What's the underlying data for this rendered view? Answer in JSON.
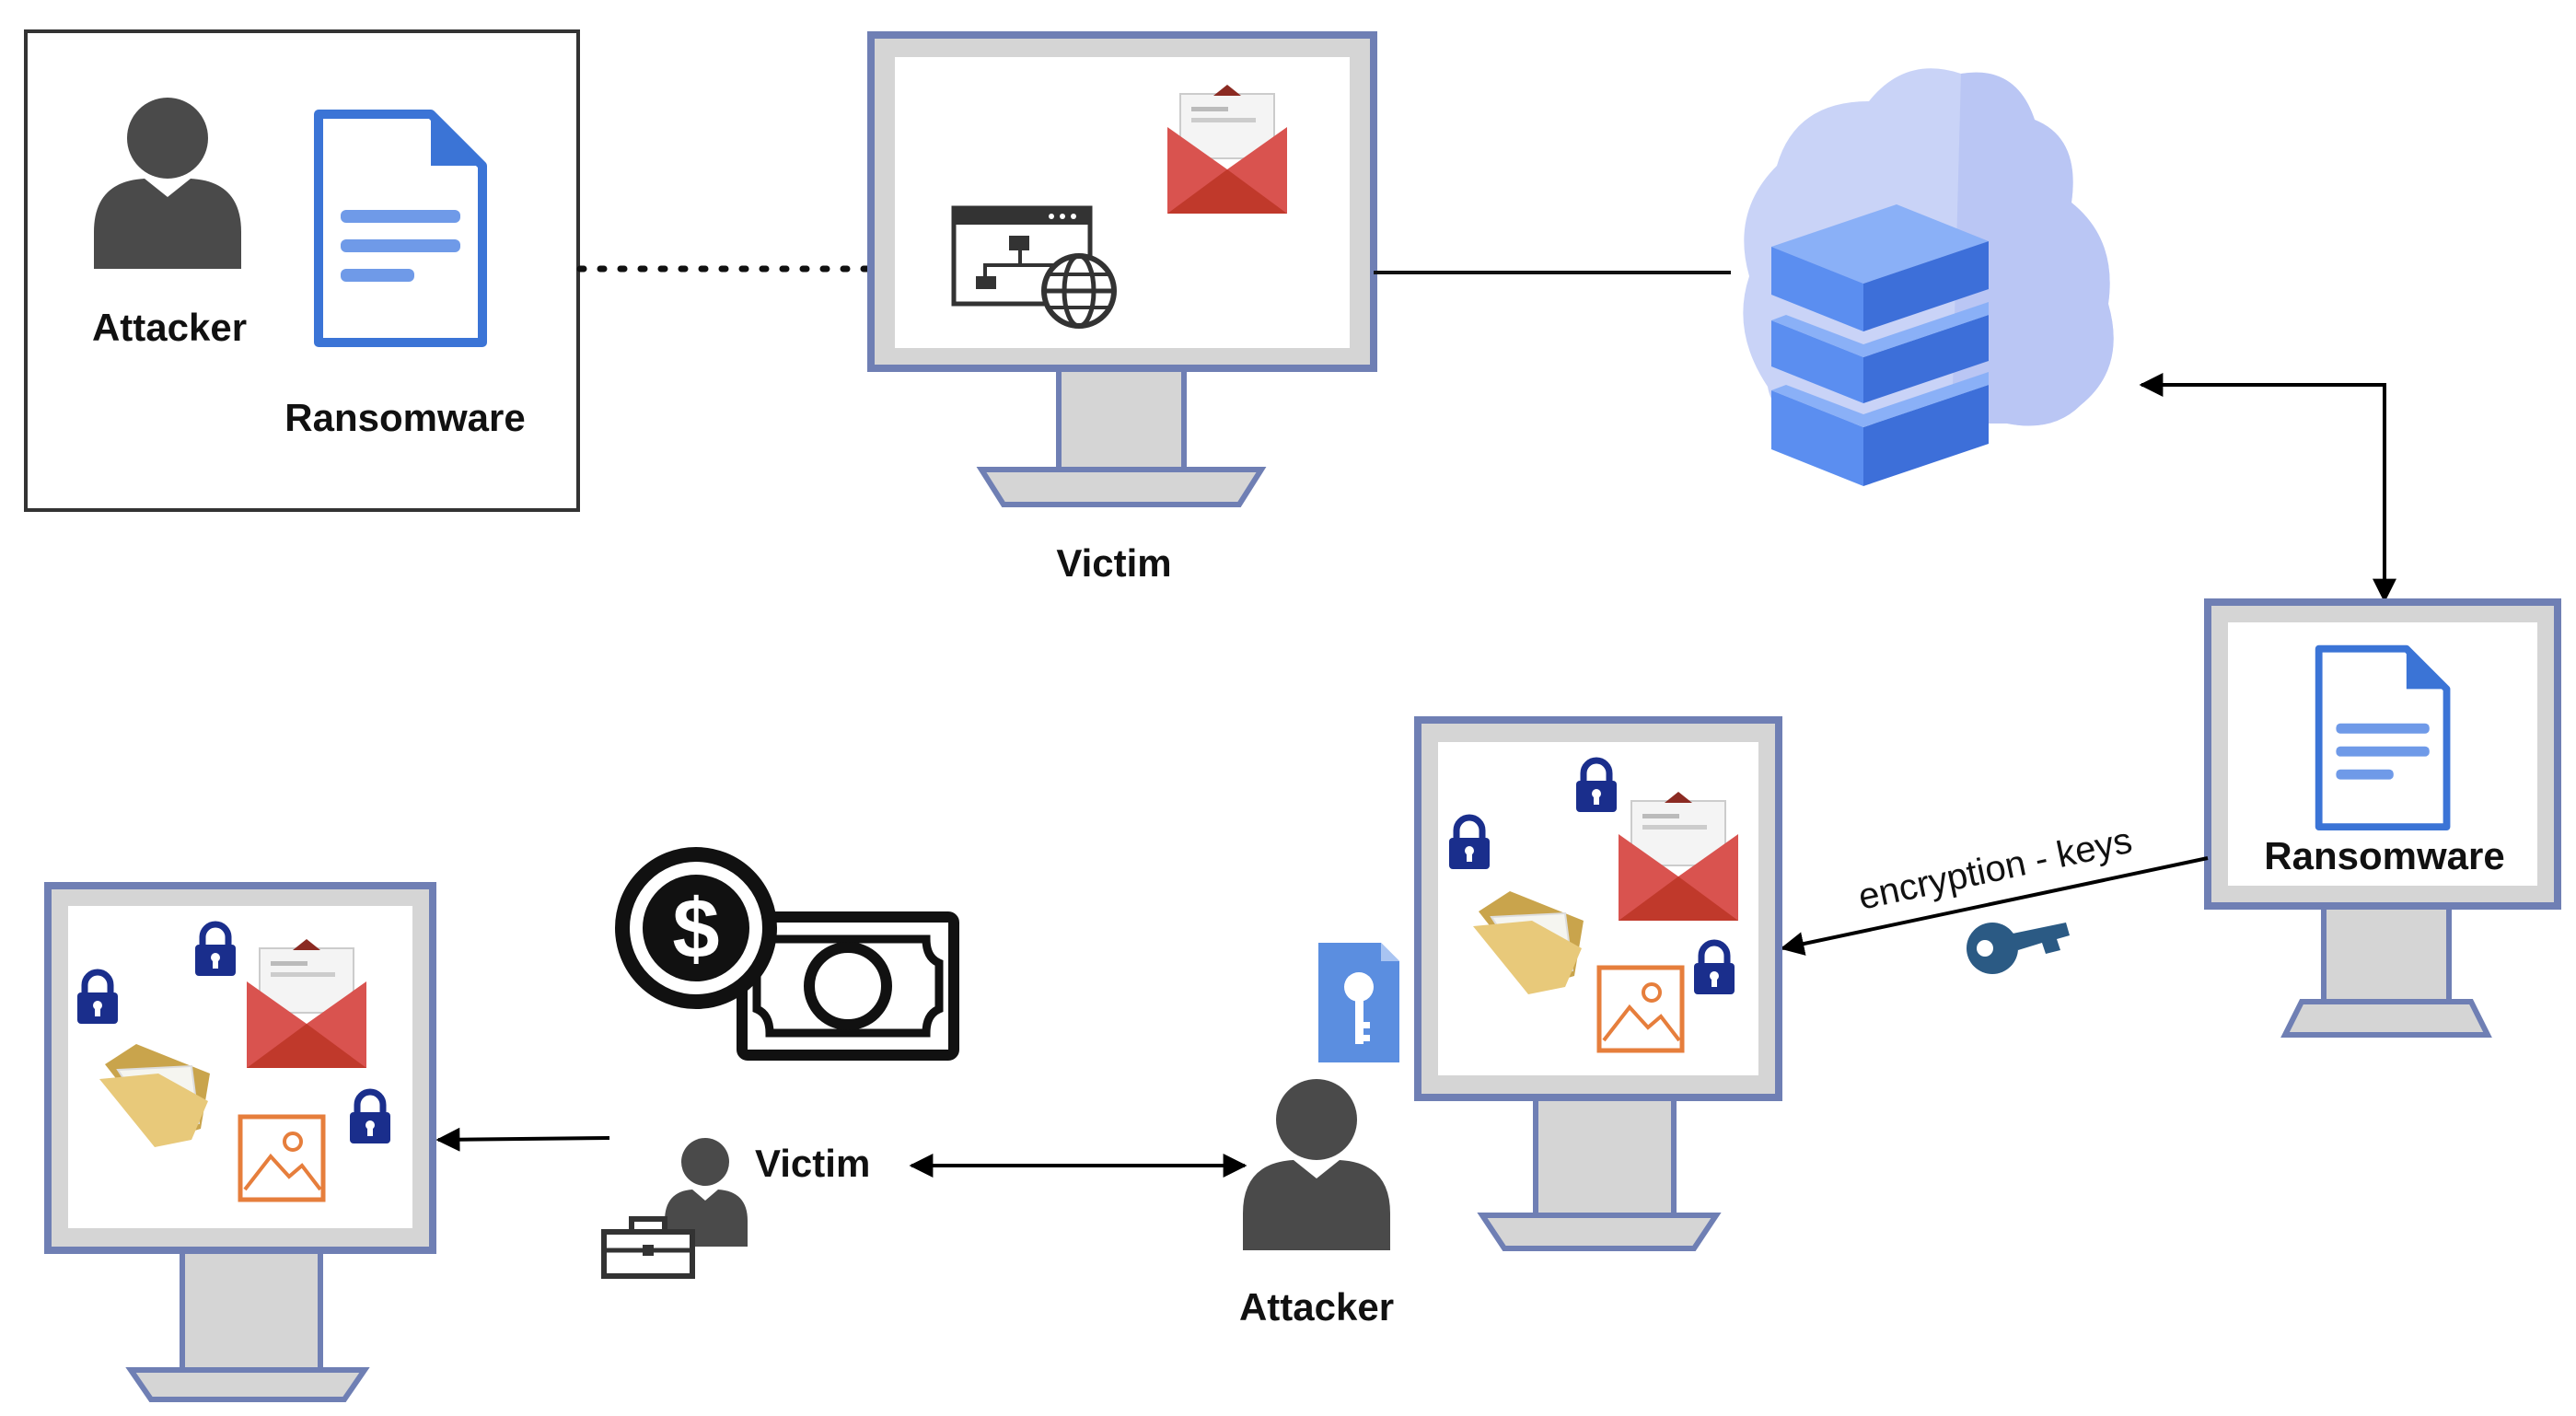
{
  "labels": {
    "attacker_top": "Attacker",
    "ransomware_top": "Ransomware",
    "victim_top": "Victim",
    "ransomware_right": "Ransomware",
    "encryption_keys": "encryption - keys",
    "victim_bottom": "Victim",
    "attacker_bottom": "Attacker"
  },
  "colors": {
    "monitor_frame": "#6f7fb4",
    "monitor_body": "#d5d5d5",
    "person": "#4a4a4a",
    "document": "#3b74d6",
    "envelope": "#d9534f",
    "lock": "#1a2e8c",
    "key": "#2b5a84",
    "cloud": "#b8c6f5",
    "server": "#4b7ee8",
    "folder": "#e8c97a",
    "image_icon": "#e67e3c"
  },
  "icons": [
    "person-icon",
    "document-icon",
    "network-globe-icon",
    "envelope-icon",
    "cloud-icon",
    "server-icon",
    "lock-icon",
    "folder-icon",
    "image-icon",
    "key-icon",
    "key-document-icon",
    "money-icon",
    "briefcase-icon"
  ]
}
